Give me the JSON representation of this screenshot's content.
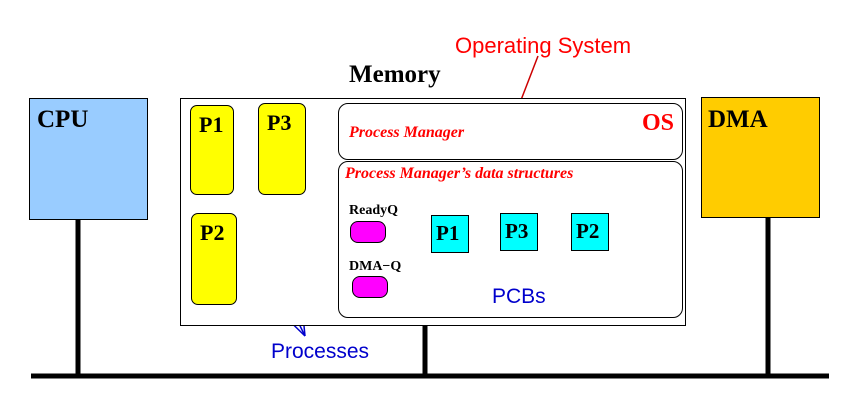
{
  "cpu": {
    "label": "CPU"
  },
  "dma": {
    "label": "DMA"
  },
  "memory": {
    "title": "Memory"
  },
  "os_annotation": "Operating System",
  "processes": [
    {
      "label": "P1"
    },
    {
      "label": "P3"
    },
    {
      "label": "P2"
    }
  ],
  "os_region": {
    "label": "OS",
    "process_manager": "Process Manager",
    "data_structures_title": "Process Manager’s data structures"
  },
  "queues": {
    "ready": "ReadyQ",
    "dma": "DMA−Q"
  },
  "pcbs": [
    {
      "label": "P1"
    },
    {
      "label": "P3"
    },
    {
      "label": "P2"
    }
  ],
  "annotations": {
    "processes": "Processes",
    "pcbs": "PCBs"
  },
  "colors": {
    "cpu": "#99ccff",
    "dma": "#ffcc00",
    "process": "#ffff00",
    "pcb": "#00ffff",
    "queue_head": "#ff00ff",
    "annotation_blue": "#0000cc",
    "annotation_red": "#ff0000"
  }
}
